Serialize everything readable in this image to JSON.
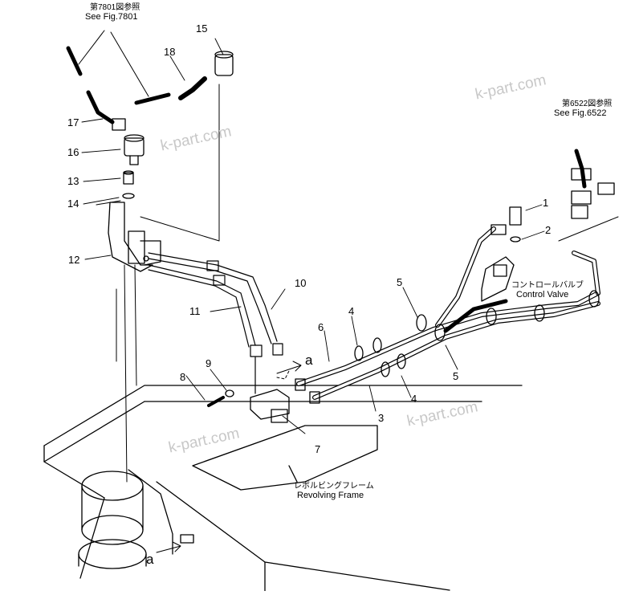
{
  "refs": {
    "top_left_jp": "第7801図参照",
    "top_left_en": "See Fig.7801",
    "top_right_jp": "第6522図参照",
    "top_right_en": "See Fig.6522"
  },
  "labels": {
    "control_valve_jp": "コントロールバルブ",
    "control_valve_en": "Control Valve",
    "revolving_frame_jp": "レボルビングフレーム",
    "revolving_frame_en": "Revolving Frame"
  },
  "parts": [
    "1",
    "2",
    "3",
    "4",
    "4",
    "5",
    "5",
    "6",
    "7",
    "8",
    "9",
    "10",
    "11",
    "12",
    "13",
    "14",
    "15",
    "16",
    "17",
    "18"
  ],
  "connector_letters": [
    "a",
    "a"
  ],
  "watermark": "k-part.com",
  "colors": {
    "line": "#000000",
    "watermark": "#c8c8c8"
  }
}
